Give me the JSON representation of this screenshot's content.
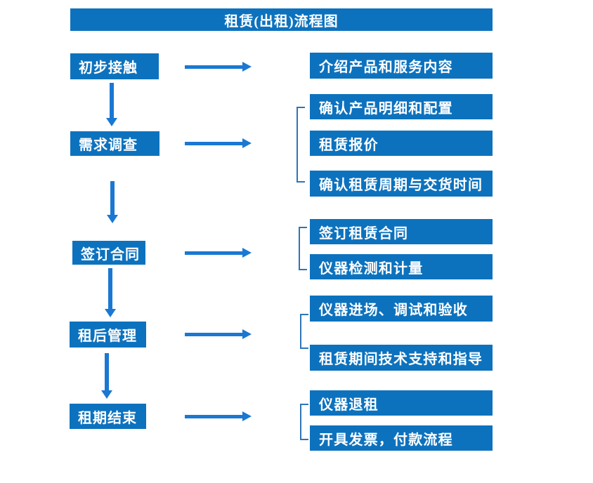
{
  "title": "租赁(出租)流程图",
  "left_steps": [
    {
      "label": "初步接触"
    },
    {
      "label": "需求调查"
    },
    {
      "label": "签订合同"
    },
    {
      "label": "租后管理"
    },
    {
      "label": "租期结束"
    }
  ],
  "right_boxes": [
    {
      "label": "介绍产品和服务内容"
    },
    {
      "label": "确认产品明细和配置"
    },
    {
      "label": "租赁报价"
    },
    {
      "label": "确认租赁周期与交货时间"
    },
    {
      "label": "签订租赁合同"
    },
    {
      "label": "仪器检测和计量"
    },
    {
      "label": "仪器进场、调试和验收"
    },
    {
      "label": "租赁期间技术支持和指导"
    },
    {
      "label": "仪器退租"
    },
    {
      "label": "开具发票，付款流程"
    }
  ],
  "colors": {
    "box_blue": "#0d72be",
    "arrow_blue": "#1a78d2",
    "bracket_blue": "#2e75b6",
    "text_white": "#ffffff"
  }
}
